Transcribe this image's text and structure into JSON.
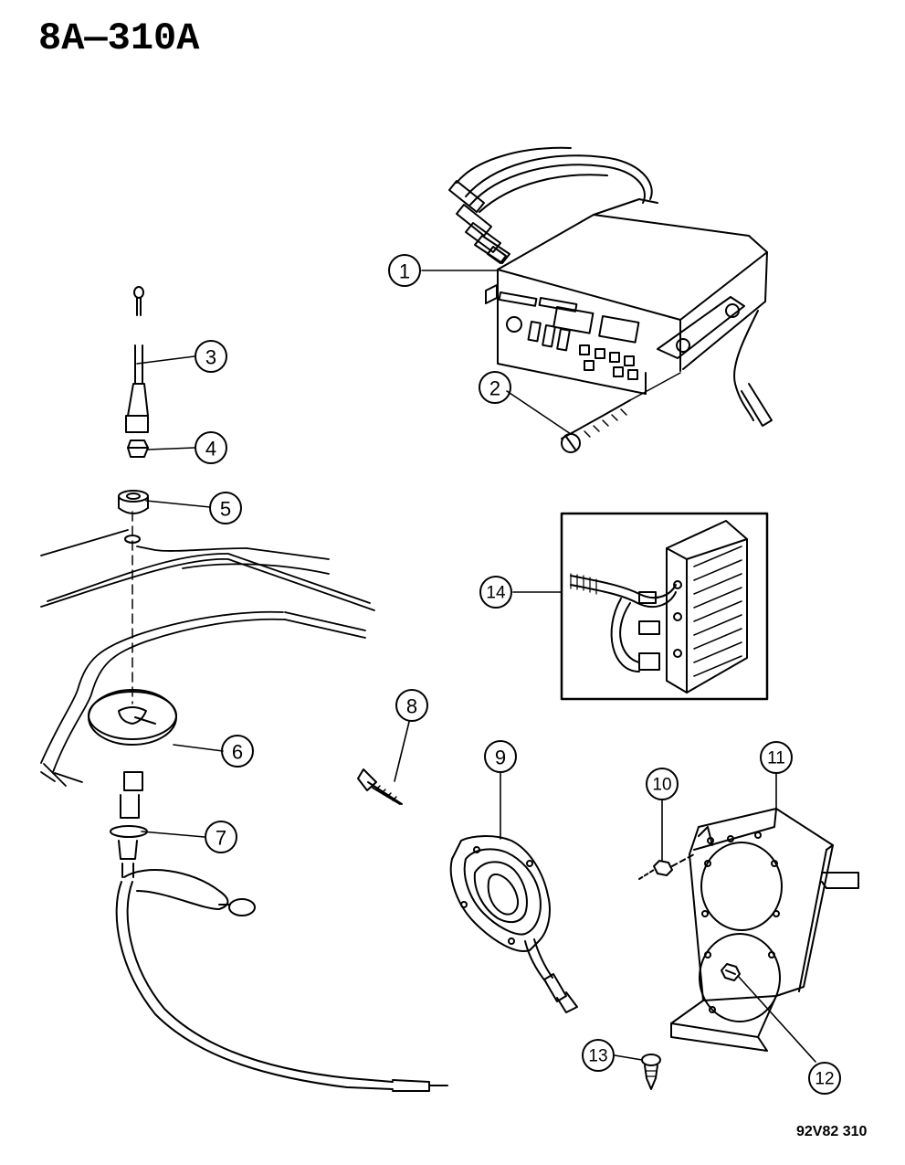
{
  "header": {
    "title": "8A—310A"
  },
  "footer": {
    "figure_code": "92V82 310"
  },
  "callouts": [
    {
      "id": "1",
      "label": "1",
      "part": "radio-unit"
    },
    {
      "id": "2",
      "label": "2",
      "part": "radio-mounting-screw"
    },
    {
      "id": "3",
      "label": "3",
      "part": "antenna-mast"
    },
    {
      "id": "4",
      "label": "4",
      "part": "antenna-nut"
    },
    {
      "id": "5",
      "label": "5",
      "part": "antenna-bezel"
    },
    {
      "id": "6",
      "label": "6",
      "part": "antenna-pad"
    },
    {
      "id": "7",
      "label": "7",
      "part": "antenna-body-and-cable"
    },
    {
      "id": "8",
      "label": "8",
      "part": "screw"
    },
    {
      "id": "9",
      "label": "9",
      "part": "speaker"
    },
    {
      "id": "10",
      "label": "10",
      "part": "nut"
    },
    {
      "id": "11",
      "label": "11",
      "part": "speaker-enclosure"
    },
    {
      "id": "12",
      "label": "12",
      "part": "nut"
    },
    {
      "id": "13",
      "label": "13",
      "part": "screw"
    },
    {
      "id": "14",
      "label": "14",
      "part": "amplifier"
    }
  ]
}
